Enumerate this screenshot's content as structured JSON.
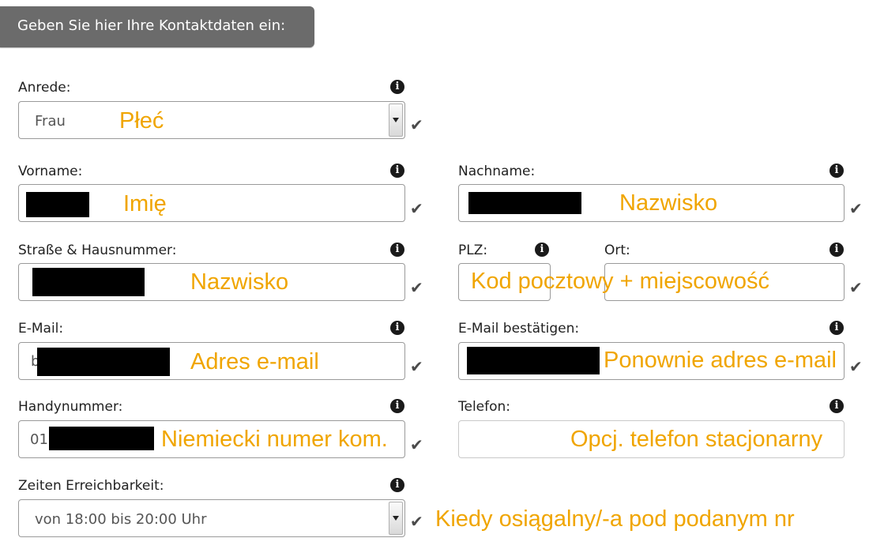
{
  "header": {
    "title": "Geben Sie hier Ihre Kontaktdaten ein:"
  },
  "fields": {
    "anrede": {
      "label": "Anrede:",
      "value": "Frau",
      "note": "Płeć"
    },
    "vorname": {
      "label": "Vorname:",
      "note": "Imię"
    },
    "nachname": {
      "label": "Nachname:",
      "note": "Nazwisko"
    },
    "strasse": {
      "label": "Straße & Hausnummer:",
      "note": "Nazwisko"
    },
    "plz": {
      "label": "PLZ:"
    },
    "ort": {
      "label": "Ort:"
    },
    "plz_ort_note": "Kod pocztowy + miejscowość",
    "email": {
      "label": "E-Mail:",
      "value": "b",
      "note": "Adres e-mail"
    },
    "email_confirm": {
      "label": "E-Mail bestätigen:",
      "note": "Ponownie adres e-mail"
    },
    "handy": {
      "label": "Handynummer:",
      "value": "01",
      "note": "Niemiecki numer kom."
    },
    "telefon": {
      "label": "Telefon:",
      "note": "Opcj. telefon stacjonarny"
    },
    "zeiten": {
      "label": "Zeiten Erreichbarkeit:",
      "value": "von 18:00 bis 20:00 Uhr",
      "note": "Kiedy osiągalny/-a pod podanym nr"
    }
  },
  "icons": {
    "info": "info-circle-icon",
    "check": "checkmark-icon",
    "dropdown": "chevron-down-icon"
  },
  "colors": {
    "header_bg": "#6b6b6b",
    "note": "#f0a500",
    "redaction": "#000000"
  }
}
